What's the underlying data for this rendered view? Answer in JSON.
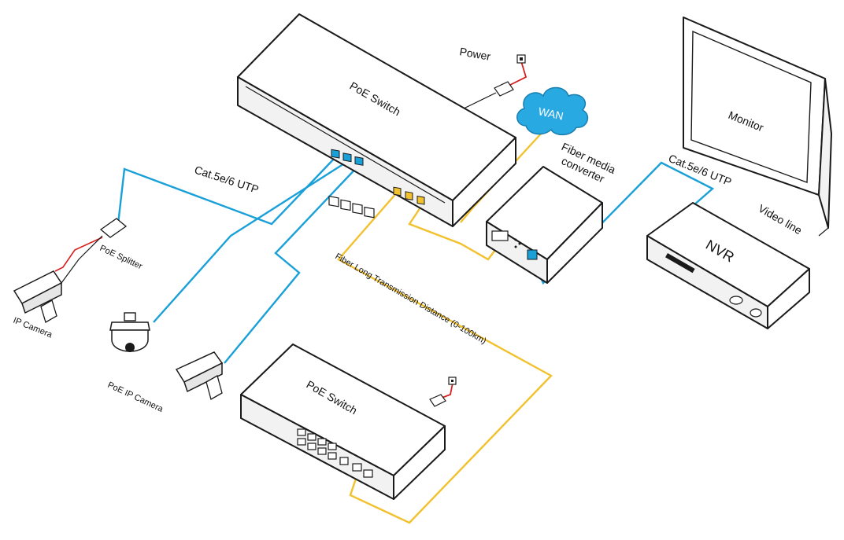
{
  "labels": {
    "power_top": "Power",
    "poe_switch_top": "PoE  Switch",
    "wan": "WAN",
    "fiber_media_converter_line1": "Fiber media",
    "fiber_media_converter_line2": "converter",
    "monitor": "Monitor",
    "cat_utp_left": "Cat.5e/6 UTP",
    "cat_utp_right": "Cat.5e/6 UTP",
    "video_line": "Video line",
    "nvr": "NVR",
    "poe_splitter": "PoE Splitter",
    "ip_camera": "IP Camera",
    "poe_ip_camera": "PoE IP Camera",
    "fiber_distance": "Fiber Long Transmission Distance   (0-100km)",
    "poe_switch_bottom": "PoE  Switch"
  },
  "colors": {
    "utp_cable": "#1aa0d8",
    "fiber_cable": "#f2c12e",
    "power_cable": "#d81e1e",
    "wan_cloud": "#29a9e1",
    "outline": "#1a1a1a"
  }
}
